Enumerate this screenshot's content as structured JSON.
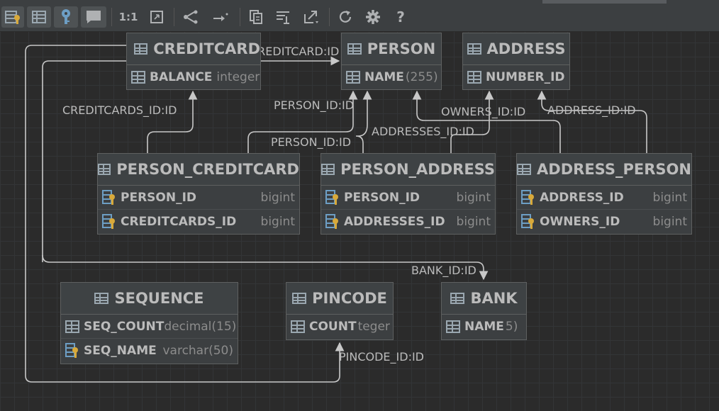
{
  "toolbar": {
    "buttons": [
      {
        "name": "show-keys-button",
        "icon": "table-key-icon",
        "label": "",
        "selected": true
      },
      {
        "name": "show-columns-button",
        "icon": "table-columns-icon",
        "label": "",
        "selected": true
      },
      {
        "name": "show-key-button",
        "icon": "key-icon",
        "label": "",
        "selected": true
      },
      {
        "name": "show-comments-button",
        "icon": "comment-icon",
        "label": "",
        "selected": true
      },
      {
        "name": "actual-size-button",
        "icon": "one-to-one-icon",
        "label": "1:1",
        "selected": false
      },
      {
        "name": "fit-content-button",
        "icon": "fit-icon",
        "label": "",
        "selected": false
      },
      {
        "name": "layout-button",
        "icon": "layout-icon",
        "label": "",
        "selected": false
      },
      {
        "name": "route-edges-button",
        "icon": "route-icon",
        "label": "",
        "selected": false
      },
      {
        "name": "copy-button",
        "icon": "copy-icon",
        "label": "",
        "selected": false
      },
      {
        "name": "align-button",
        "icon": "align-icon",
        "label": "",
        "selected": false
      },
      {
        "name": "export-button",
        "icon": "export-icon",
        "label": "",
        "selected": false
      },
      {
        "name": "refresh-button",
        "icon": "refresh-icon",
        "label": "",
        "selected": false
      },
      {
        "name": "settings-button",
        "icon": "gear-icon",
        "label": "",
        "selected": false
      },
      {
        "name": "help-button",
        "icon": "question-icon",
        "label": "?",
        "selected": false
      }
    ]
  },
  "tables": {
    "creditcard": {
      "title": "CREDITCARD",
      "columns": [
        {
          "name": "BALANCE",
          "type": "integer",
          "key": false
        }
      ]
    },
    "person": {
      "title": "PERSON",
      "columns": [
        {
          "name": "NAME",
          "type": "(255)",
          "key": false
        }
      ]
    },
    "address": {
      "title": "ADDRESS",
      "columns": [
        {
          "name": "NUMBER_ID",
          "type": "",
          "key": false
        }
      ]
    },
    "person_creditcard": {
      "title": "PERSON_CREDITCARD",
      "columns": [
        {
          "name": "PERSON_ID",
          "type": "bigint",
          "key": true
        },
        {
          "name": "CREDITCARDS_ID",
          "type": "bigint",
          "key": true
        }
      ]
    },
    "person_address": {
      "title": "PERSON_ADDRESS",
      "columns": [
        {
          "name": "PERSON_ID",
          "type": "bigint",
          "key": true
        },
        {
          "name": "ADDRESSES_ID",
          "type": "bigint",
          "key": true
        }
      ]
    },
    "address_person": {
      "title": "ADDRESS_PERSON",
      "columns": [
        {
          "name": "ADDRESS_ID",
          "type": "bigint",
          "key": true
        },
        {
          "name": "OWNERS_ID",
          "type": "bigint",
          "key": true
        }
      ]
    },
    "sequence": {
      "title": "SEQUENCE",
      "columns": [
        {
          "name": "SEQ_COUNT",
          "type": "decimal(15)",
          "key": false
        },
        {
          "name": "SEQ_NAME",
          "type": "varchar(50)",
          "key": true
        }
      ]
    },
    "pincode": {
      "title": "PINCODE",
      "columns": [
        {
          "name": "COUNT",
          "type": "teger",
          "key": false
        }
      ]
    },
    "bank": {
      "title": "BANK",
      "columns": [
        {
          "name": "NAME",
          "type": "5)",
          "key": false
        }
      ]
    }
  },
  "edges": {
    "creditcard_id": "CREDITCARD:ID",
    "creditcards_id": "CREDITCARDS_ID:ID",
    "person_id_1": "PERSON_ID:ID",
    "person_id_2": "PERSON_ID:ID",
    "owners_id": "OWNERS_ID:ID",
    "address_id": "ADDRESS_ID:ID",
    "addresses_id": "ADDRESSES_ID:ID",
    "bank_id": "BANK_ID:ID",
    "pincode_id": "PINCODE_ID:ID"
  },
  "colors": {
    "background": "#2b2b2b",
    "grid": "#333537",
    "table_bg": "#3c3f41",
    "line": "#c8c8c8",
    "text": "#bbbbbb",
    "type_text": "#8c8c8c",
    "key_gold": "#d8a93a",
    "key_blue": "#6d9ec4"
  }
}
